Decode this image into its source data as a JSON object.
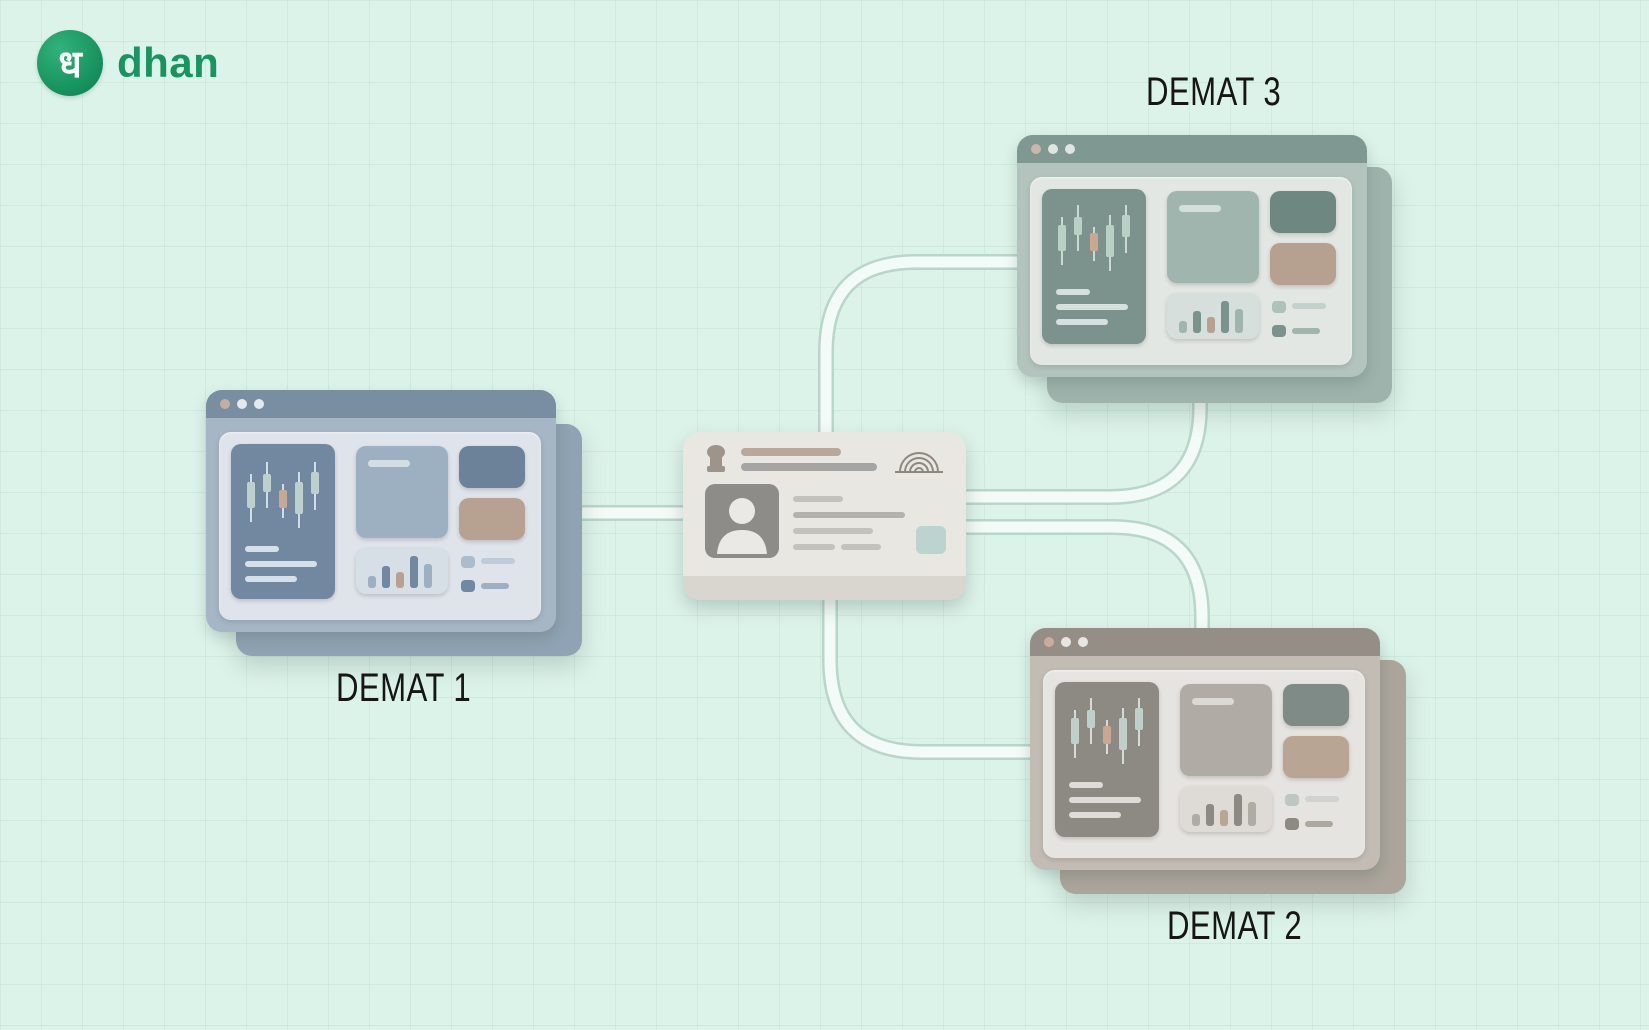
{
  "brand": {
    "name": "dhan",
    "glyph": "ध",
    "color": "#17955f"
  },
  "labels": {
    "demat1": "DEMAT 1",
    "demat2": "DEMAT 2",
    "demat3": "DEMAT 3"
  },
  "colors": {
    "background": "#dcf3ea",
    "connector": "#eef9f4",
    "demat1_theme": "#8a9fb2",
    "demat2_theme": "#b2aca3",
    "demat3_theme": "#9cb0a9",
    "id_card": "#e9e7e2"
  },
  "icons": {
    "id_card_emblem": "emblem-icon",
    "id_card_fingerprint": "fingerprint-icon",
    "id_card_photo": "user-avatar-icon",
    "chart": "candlestick-chart-icon"
  }
}
